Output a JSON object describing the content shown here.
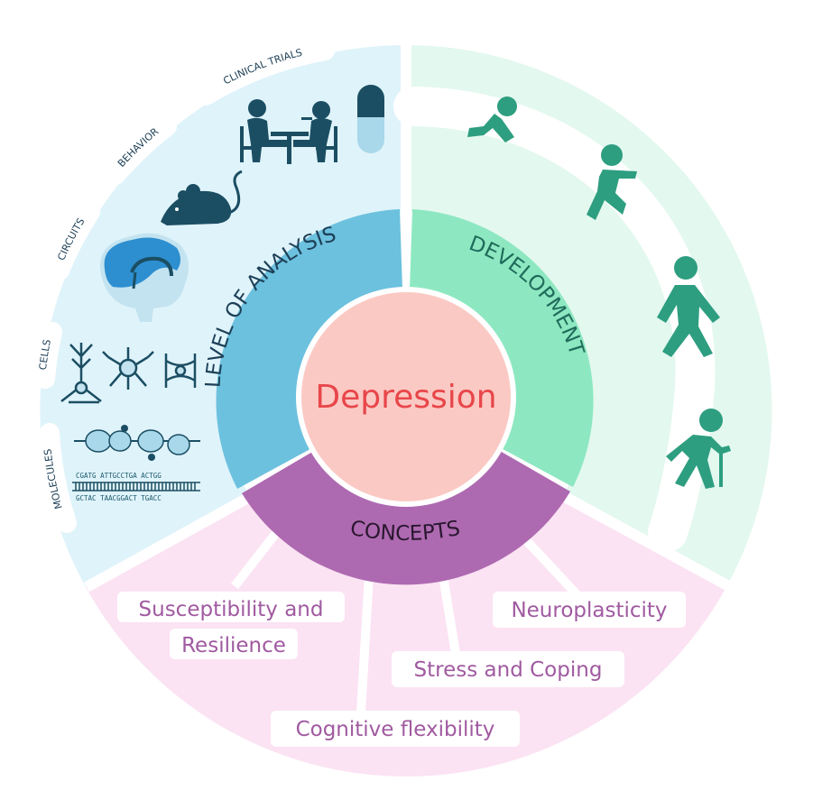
{
  "center": {
    "title": "Depression"
  },
  "ring": {
    "level_of_analysis": "LEVEL OF ANALYSIS",
    "development": "DEVELOPMENT",
    "concepts": "CONCEPTS"
  },
  "levels": [
    {
      "label": "CLINICAL TRIALS",
      "icon": "clinical-trial-icon"
    },
    {
      "label": "BEHAVIOR",
      "icon": "mouse-icon"
    },
    {
      "label": "CIRCUITS",
      "icon": "brain-icon"
    },
    {
      "label": "CELLS",
      "icon": "neuron-icon"
    },
    {
      "label": "MOLECULES",
      "icon": "dna-icon"
    }
  ],
  "dna": {
    "top_strand": "CGATG ATTGCCTGA ACTGG",
    "bottom_strand": "GCTAC TAACGGACT TGACC"
  },
  "development_stages": [
    {
      "icon": "crawling-baby-icon"
    },
    {
      "icon": "running-child-icon"
    },
    {
      "icon": "walking-adult-icon"
    },
    {
      "icon": "elderly-person-cane-icon"
    }
  ],
  "concepts": [
    {
      "lines": [
        "Susceptibility and",
        "Resilience"
      ]
    },
    {
      "lines": [
        "Neuroplasticity"
      ]
    },
    {
      "lines": [
        "Stress and Coping"
      ]
    },
    {
      "lines": [
        "Cognitive flexibility"
      ]
    }
  ],
  "colors": {
    "analysis_bg": "#dff3fa",
    "analysis_ring": "#6cc1de",
    "development_bg": "#e3f8ef",
    "development_ring": "#8de8c1",
    "concepts_bg": "#fbe3f3",
    "concepts_ring": "#ae6ab1",
    "center": "#fbc9c4",
    "center_text": "#e8464a",
    "icon_dark": "#1b4e63",
    "icon_green": "#2e9e80",
    "concept_text": "#a05aa0"
  }
}
